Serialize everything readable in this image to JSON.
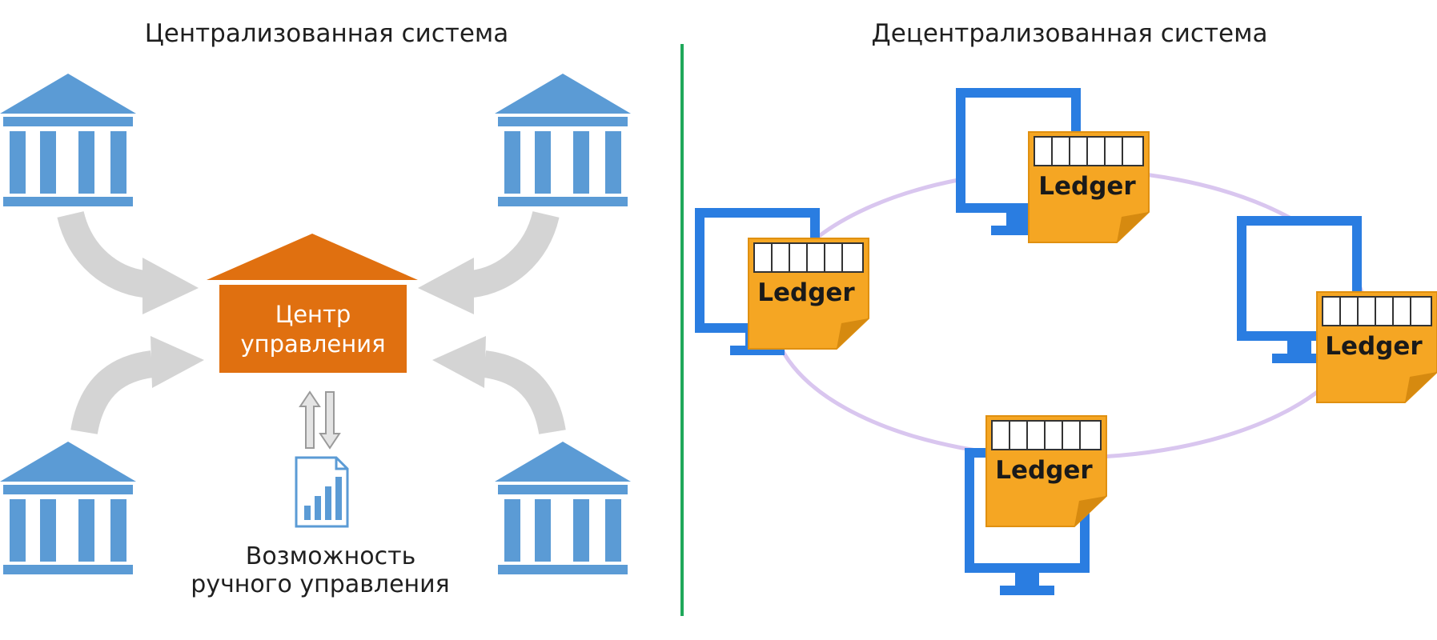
{
  "centralized": {
    "title": "Централизованная система",
    "center": {
      "line1": "Центр",
      "line2": "управления"
    },
    "manual": {
      "line1": "Возможность",
      "line2": "ручного управления"
    }
  },
  "decentralized": {
    "title": "Децентрализованная система",
    "ledger_label": "Ledger"
  },
  "colors": {
    "bank_blue": "#5b9bd5",
    "center_orange": "#e07010",
    "arrow_gray": "#d4d4d4",
    "divider_green": "#1fa85a",
    "monitor_blue": "#2a7de1",
    "ledger_orange": "#f5a623",
    "ring_lavender": "#d9c6ef"
  },
  "icons": [
    "bank-icon",
    "report-document-icon",
    "monitor-icon",
    "ledger-note-icon"
  ]
}
